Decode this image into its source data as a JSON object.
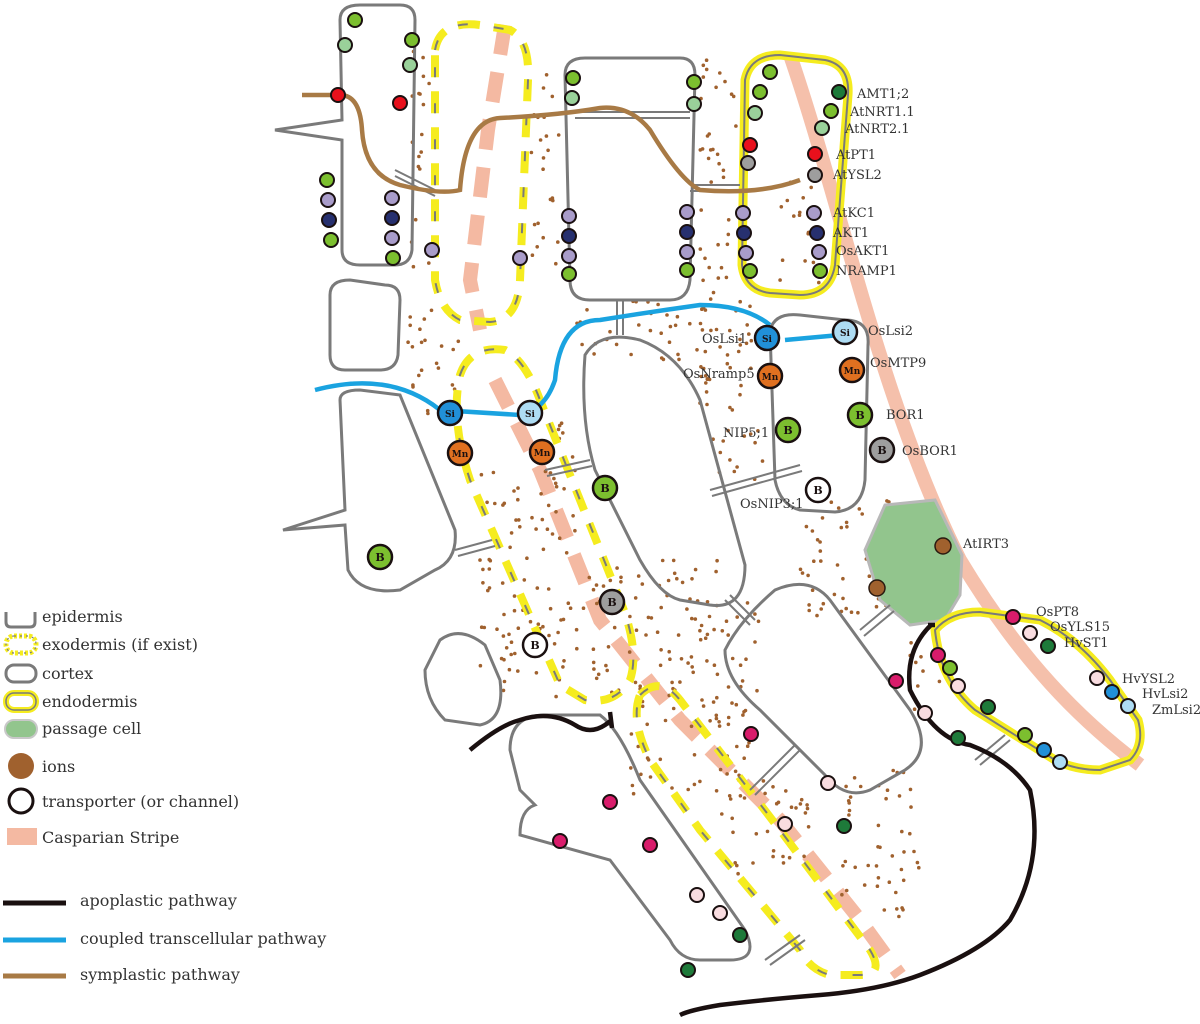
{
  "labels": {
    "amt12": "AMT1;2",
    "atnrt11": "AtNRT1.1",
    "atnrt21": "AtNRT2.1",
    "atpt1": "AtPT1",
    "atysl2": "AtYSL2",
    "atkc1": "AtKC1",
    "akt1": "AKT1",
    "osakt1": "OsAKT1",
    "nramp1": "NRAMP1",
    "oslsi1": "OsLsi1",
    "oslsi2": "OsLsi2",
    "osnramp5": "OsNramp5",
    "osmtp9": "OsMTP9",
    "bor1": "BOR1",
    "nip51": "NIP5;1",
    "osbor1": "OsBOR1",
    "osnip31": "OsNIP3;1",
    "atirt3": "AtIRT3",
    "ospt8": "OsPT8",
    "osysl15": "OsYLS15",
    "hvst1": "HvST1",
    "hvysl2": "HvYSL2",
    "hvlsi2": "HvLsi2",
    "zmlsi2": "ZmLsi2"
  },
  "ion_letters": {
    "si": "Si",
    "mn": "Mn",
    "b": "B"
  },
  "legend": {
    "epidermis": "epidermis",
    "exodermis": "exodermis (if exist)",
    "cortex": "cortex",
    "endodermis": "endodermis",
    "passage_cell": "passage cell",
    "ions": "ions",
    "transporter": "transporter (or channel)",
    "casparian": "Casparian Stripe",
    "apoplastic": "apoplastic pathway",
    "coupled": "coupled transcellular pathway",
    "symplastic": "symplastic pathway"
  },
  "colors": {
    "cell_outline": "#7a7a7a",
    "endodermis": "#f5ec1f",
    "exodermis_dash": "#f5ec1f",
    "passage_cell": "#92c58d",
    "ion": "#a0612e",
    "casparian": "#f4b9a2",
    "apoplastic": "#1a1010",
    "coupled": "#1aa3e0",
    "symplastic": "#a87a45",
    "nitrate": "#9ad19a",
    "ammonium": "#1e7a3a",
    "phosphate": "#e8101c",
    "potassium_dark": "#27306f",
    "potassium_light": "#a99cca",
    "boron_green": "#7cbf2f",
    "manganese": "#e07020",
    "pink": "#d91c6b",
    "pale_pink": "#f9dce0",
    "silicon_light": "#aedcf3",
    "silicon_blue": "#2190d8",
    "grey_b": "#9e9e9e"
  }
}
